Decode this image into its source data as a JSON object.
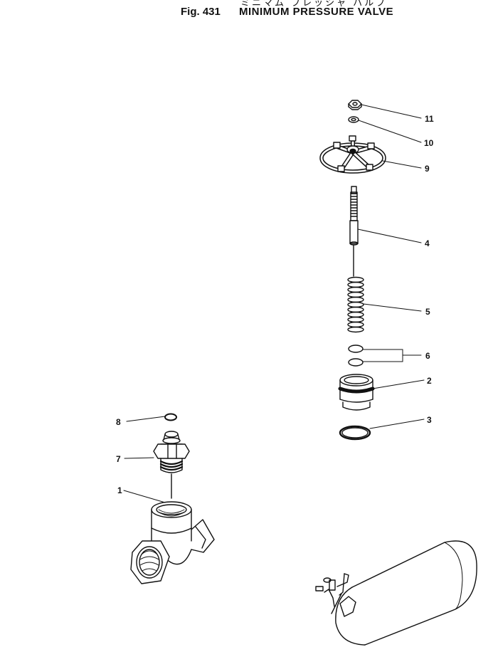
{
  "figure": {
    "title_jp": "ミニマム プレッシャ バルブ",
    "fig_label": "Fig. 431",
    "title": "MINIMUM PRESSURE VALVE"
  },
  "callouts": [
    {
      "id": "11",
      "label": "11"
    },
    {
      "id": "10",
      "label": "10"
    },
    {
      "id": "9",
      "label": "9"
    },
    {
      "id": "4",
      "label": "4"
    },
    {
      "id": "5",
      "label": "5"
    },
    {
      "id": "6",
      "label": "6"
    },
    {
      "id": "2",
      "label": "2"
    },
    {
      "id": "3",
      "label": "3"
    },
    {
      "id": "8",
      "label": "8"
    },
    {
      "id": "7",
      "label": "7"
    },
    {
      "id": "1",
      "label": "1"
    }
  ]
}
